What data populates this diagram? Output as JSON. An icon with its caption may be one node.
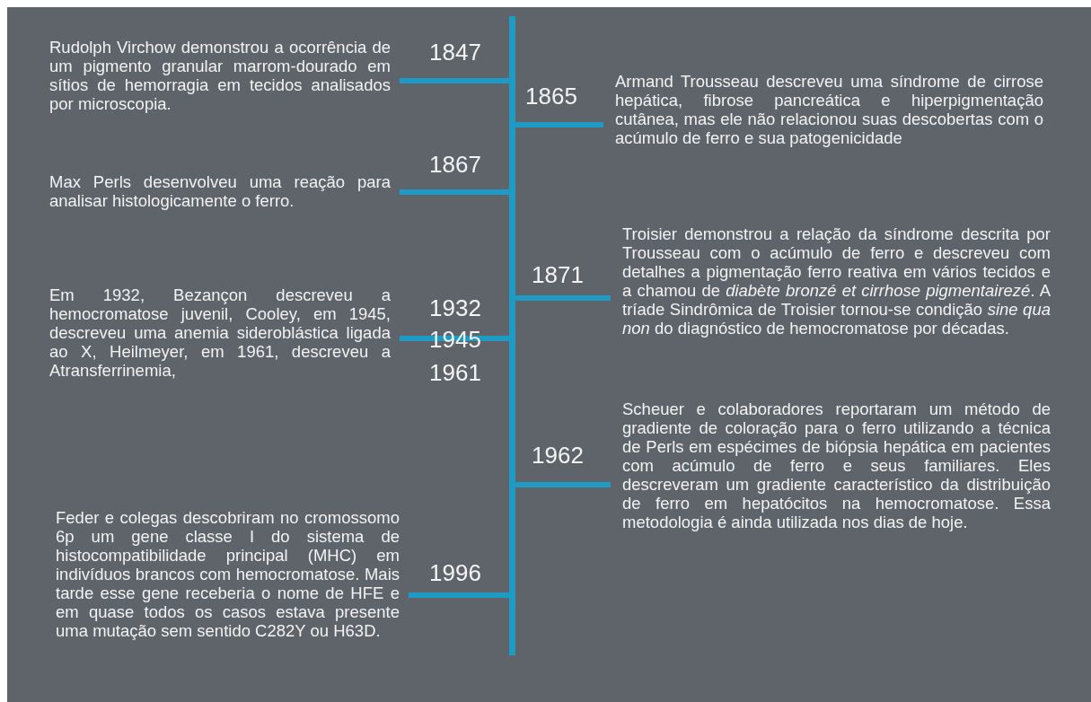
{
  "diagram": {
    "nodes": [
      {
        "text": [],
        "shape": "bar"
      },
      {
        "text": [
          "Rudolph Virchow demonstrou a ocorrência de um pigmento granular marrom-dourado em sítios de hemorragia em tecidos analisados por microscopia."
        ]
      },
      {
        "text": [
          "Armand Trousseau descreveu uma síndrome de cirrose hepática, fibrose pancreática e hiperpigmentação cutânea, mas ele não relacionou suas descobertas com o acúmulo de ferro e sua patogenicidade"
        ]
      },
      {
        "text": [
          "Max Perls desenvolveu uma reação para analisar histologicamente o ferro."
        ]
      },
      {
        "text": [
          "Troisier demonstrou a relação da síndrome descrita por Trousseau com o acúmulo de ferro e descreveu com detalhes a pigmentação ferro reativa em vários tecidos e a chamou de *diabète bronzé et cirrhose pigmentairezé*. A tríade Sindrômica de Troisier tornou-se condição *sine qua non* do diagnóstico de hemocromatose por décadas."
        ]
      },
      {
        "text": [
          "Em 1932, Bezançon descreveu a hemocromatose juvenil, Cooley, em 1945, descreveu uma anemia sideroblástica ligada ao X, Heilmeyer, em 1961, descreveu a Atransferrinemia,"
        ]
      },
      {
        "text": [
          "Scheuer e colaboradores reportaram um método de gradiente de coloração para o ferro utilizando a técnica de Perls em espécimes de biópsia hepática em pacientes com acúmulo de ferro e seus familiares. Eles descreveram um gradiente característico da distribuição de ferro em hepatócitos na hemocromatose. Essa metodologia é ainda utilizada nos dias de hoje."
        ]
      },
      {
        "text": [
          "Feder e colegas descobriram no cromossomo 6p um gene classe I do sistema de histocompatibilidade principal (MHC) em indivíduos brancos com hemocromatose. Mais tarde esse gene receberia o nome de HFE e em quase todos os casos estava presente uma mutação sem sentido C282Y ou H63D."
        ]
      }
    ],
    "labels": [
      "1847",
      "1865",
      "1867",
      "1871",
      "1932",
      "1945",
      "1961",
      "1962",
      "1996"
    ],
    "edges": [
      {
        "from": 0,
        "to": 1,
        "arrow": "none"
      },
      {
        "from": 0,
        "to": 2,
        "arrow": "none"
      },
      {
        "from": 0,
        "to": 3,
        "arrow": "none"
      },
      {
        "from": 0,
        "to": 4,
        "arrow": "none"
      },
      {
        "from": 0,
        "to": 5,
        "arrow": "none"
      },
      {
        "from": 0,
        "to": 6,
        "arrow": "none"
      },
      {
        "from": 0,
        "to": 7,
        "arrow": "none"
      }
    ]
  }
}
